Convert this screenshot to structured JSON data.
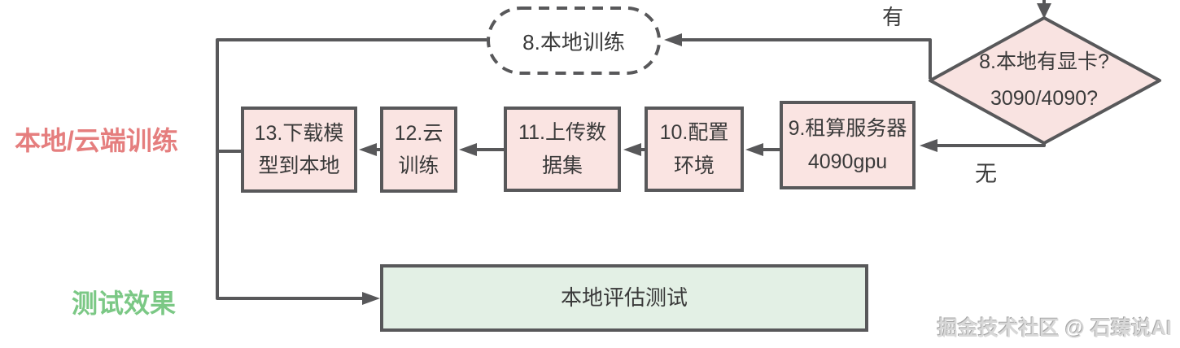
{
  "row_labels": {
    "training": "本地/云端训练",
    "testing": "测试效果"
  },
  "nodes": {
    "local_training": {
      "label": "8.本地训练"
    },
    "decision_gpu": {
      "line1": "8.本地有显卡?",
      "line2": "3090/4090?"
    },
    "rent_server": {
      "line1": "9.租算服务器",
      "line2": "4090gpu"
    },
    "configure_env": {
      "line1": "10.配置",
      "line2": "环境"
    },
    "upload_dataset": {
      "line1": "11.上传数",
      "line2": "据集"
    },
    "cloud_training": {
      "line1": "12.云",
      "line2": "训练"
    },
    "download_model": {
      "line1": "13.下载模",
      "line2": "型到本地"
    },
    "local_eval_test": {
      "label": "本地评估测试"
    }
  },
  "edge_labels": {
    "yes": "有",
    "no": "无"
  },
  "watermark": "掘金技术社区 @ 石臻说AI",
  "colors": {
    "line_gray": "#58585a",
    "node_pink_fill": "#fae4e2",
    "node_green_fill": "#e3f0e5",
    "label_red": "#e57e7e",
    "label_green": "#7bc885",
    "text_dark": "#3a3a3a",
    "watermark_gray": "#d8d8d8"
  }
}
